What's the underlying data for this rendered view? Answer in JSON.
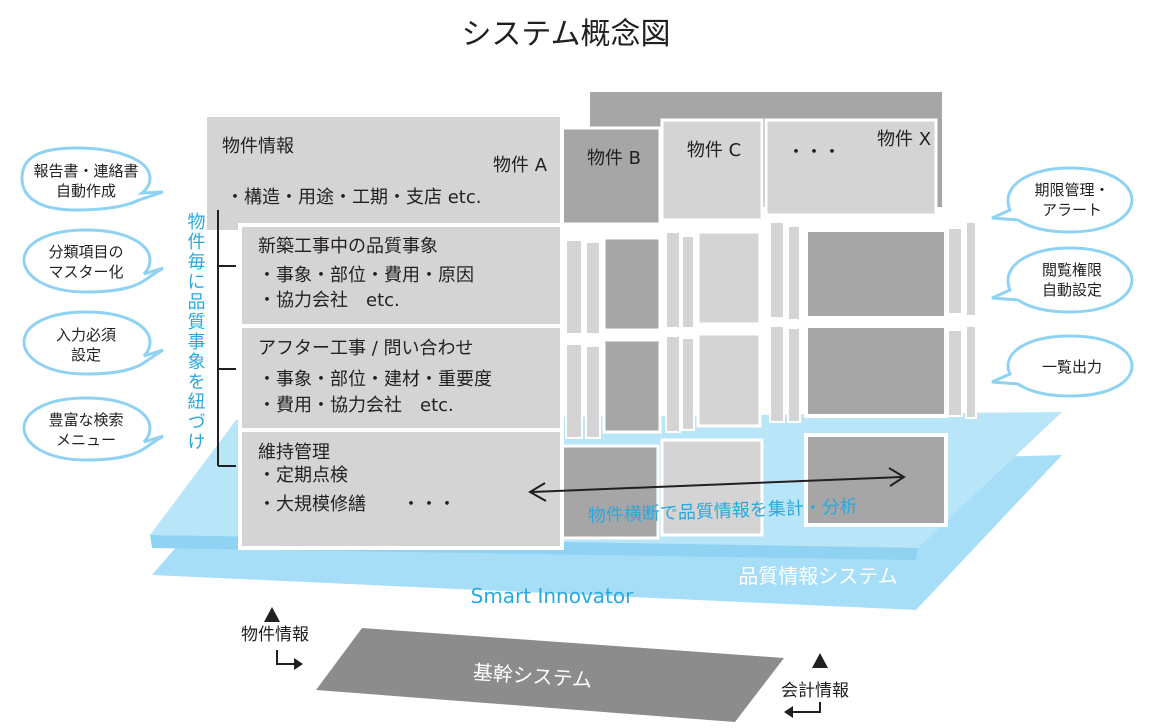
{
  "title": "システム概念図",
  "property_tabs": [
    "物件 A",
    "物件 B",
    "物件 C",
    "・・・",
    "物件 X"
  ],
  "layers": [
    {
      "heading": "物件情報",
      "lines": [
        "・構造・用途・工期・支店 etc."
      ]
    },
    {
      "heading": "新築工事中の品質事象",
      "lines": [
        "・事象・部位・費用・原因",
        "・協力会社　etc."
      ]
    },
    {
      "heading": "アフター工事 / 問い合わせ",
      "lines": [
        "・事象・部位・建材・重要度",
        "・費用・協力会社　etc."
      ]
    },
    {
      "heading": "維持管理",
      "lines": [
        "・定期点検",
        "・大規模修繕　　・・・"
      ]
    }
  ],
  "vertical_label": "物件毎に品質事象を紐づけ",
  "cross_analysis": "物件横断で品質情報を集計・分析",
  "platform_labels": {
    "system": "品質情報システム",
    "product": "Smart Innovator"
  },
  "core_system": "基幹システム",
  "flows": {
    "property_info": "物件情報",
    "accounting_info": "会計情報"
  },
  "left_bubbles": [
    [
      "報告書・連絡書",
      "自動作成"
    ],
    [
      "分類項目の",
      "マスター化"
    ],
    [
      "入力必須",
      "設定"
    ],
    [
      "豊富な検索",
      "メニュー"
    ]
  ],
  "right_bubbles": [
    [
      "期限管理・",
      "アラート"
    ],
    [
      "閲覧権限",
      "自動設定"
    ],
    [
      "一覧出力"
    ]
  ],
  "colors": {
    "panel_gray": "#d4d4d4",
    "back_gray": "#a6a6a6",
    "platform_blue": "#a7def7",
    "accent_blue": "#29a9e0",
    "core_gray": "#8c8c8c"
  }
}
